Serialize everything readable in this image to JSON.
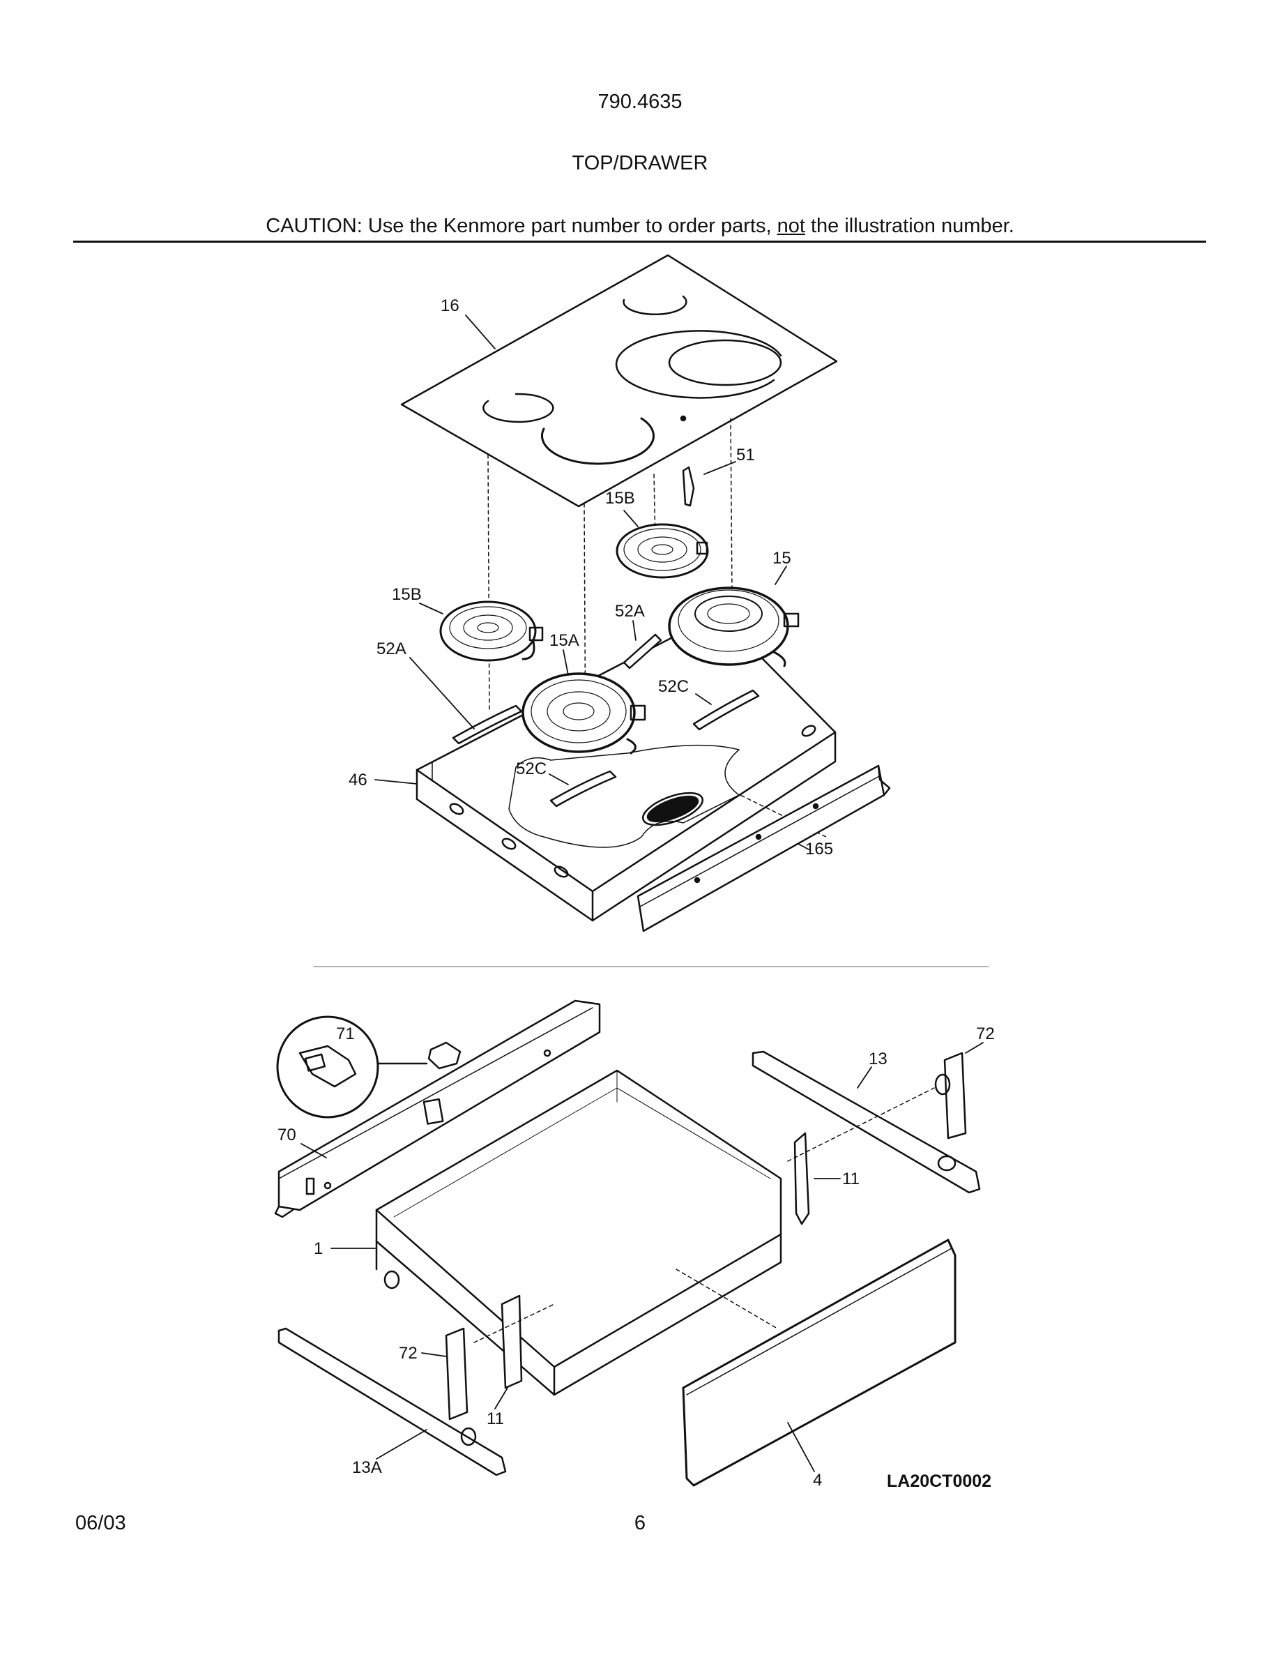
{
  "header": {
    "model": "790.4635",
    "section": "TOP/DRAWER",
    "caution_prefix": "CAUTION: Use the Kenmore part number to order parts, ",
    "caution_not": "not",
    "caution_suffix": " the illustration number."
  },
  "callouts": {
    "c16": "16",
    "c51": "51",
    "c15B_top": "15B",
    "c15": "15",
    "c15B_left": "15B",
    "c52A_right": "52A",
    "c15A": "15A",
    "c52A_left": "52A",
    "c52C_right": "52C",
    "c46": "46",
    "c52C_left": "52C",
    "c165": "165",
    "c71": "71",
    "c72_top": "72",
    "c13": "13",
    "c70": "70",
    "c11_right": "11",
    "c1": "1",
    "c72_bottom": "72",
    "c11_bottom": "11",
    "c13A": "13A",
    "c4": "4"
  },
  "drawing_code": "LA20CT0002",
  "footer": {
    "date": "06/03",
    "page": "6"
  }
}
